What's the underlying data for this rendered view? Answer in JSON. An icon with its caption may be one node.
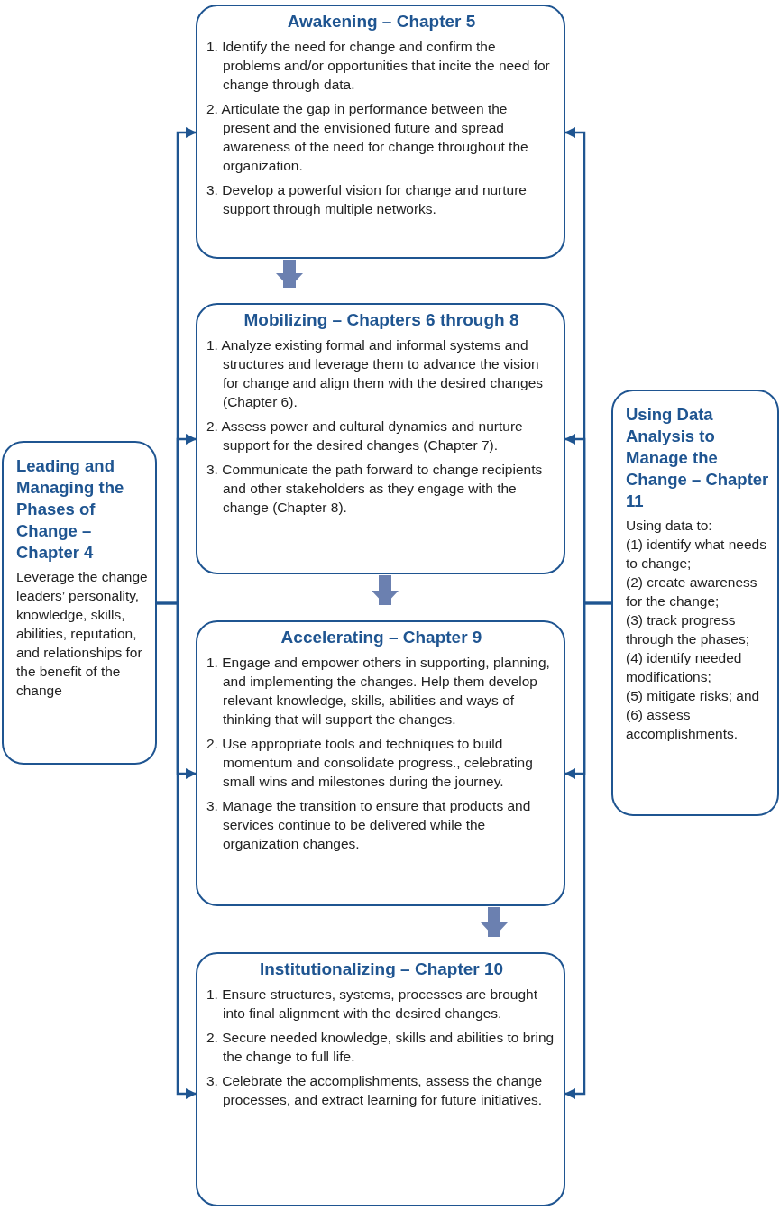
{
  "diagram": {
    "nodes": [
      {
        "text": [
          "Awakening – Chapter 5",
          "1. Identify the need for change and confirm the problems and/or opportunities that incite the need for change through data.",
          "2. Articulate the gap in performance between the present and the envisioned future and spread awareness of the need for change throughout the organization.",
          "3. Develop a powerful vision for change and nurture support through multiple networks."
        ]
      },
      {
        "text": [
          "Mobilizing – Chapters 6 through 8",
          "1. Analyze existing formal and informal systems and structures and leverage them to advance the vision for change and align them with the desired changes (Chapter 6).",
          "2. Assess power and cultural dynamics and nurture support for the desired changes (Chapter 7).",
          "3. Communicate the path forward to change recipients and other stakeholders as they engage with the change (Chapter 8)."
        ]
      },
      {
        "text": [
          "Accelerating – Chapter 9",
          "1. Engage and empower others in supporting, planning, and implementing the changes. Help them develop relevant knowledge, skills, abilities and ways of thinking that will support the changes.",
          "2. Use appropriate tools and techniques to build momentum and consolidate progress., celebrating small wins and milestones during the journey.",
          "3. Manage the transition to ensure that products and services continue to be delivered while the organization changes."
        ]
      },
      {
        "text": [
          "Institutionalizing – Chapter 10",
          "1. Ensure structures, systems, processes are brought into final alignment with the desired changes.",
          "2. Secure needed knowledge, skills and abilities to bring the change to full life.",
          "3. Celebrate the accomplishments, assess the change processes, and extract learning for future initiatives."
        ]
      },
      {
        "text": [
          "Leading and Managing the Phases of Change – Chapter 4",
          "Leverage the change leaders’ personality, knowledge, skills, abilities, reputation, and relationships for the benefit of the change"
        ]
      },
      {
        "text": [
          "Using Data Analysis to Manage the Change – Chapter 11",
          "Using data to:",
          "(1) identify what needs to change;",
          "(2) create awareness for the change;",
          "(3) track progress through the phases;",
          "(4) identify needed modifications;",
          "(5) mitigate risks; and",
          "(6) assess accomplishments."
        ]
      }
    ],
    "edges": [
      {
        "from": 0,
        "to": 1,
        "arrow": "to",
        "style": "thick",
        "color": "#6b80b0"
      },
      {
        "from": 1,
        "to": 2,
        "arrow": "to",
        "style": "thick",
        "color": "#6b80b0"
      },
      {
        "from": 2,
        "to": 3,
        "arrow": "to",
        "style": "thick",
        "color": "#6b80b0"
      },
      {
        "from": 4,
        "to": 0,
        "arrow": "to"
      },
      {
        "from": 4,
        "to": 1,
        "arrow": "to"
      },
      {
        "from": 4,
        "to": 2,
        "arrow": "to"
      },
      {
        "from": 4,
        "to": 3,
        "arrow": "to"
      },
      {
        "from": 5,
        "to": 0,
        "arrow": "to"
      },
      {
        "from": 5,
        "to": 1,
        "arrow": "to"
      },
      {
        "from": 5,
        "to": 2,
        "arrow": "to"
      },
      {
        "from": 5,
        "to": 3,
        "arrow": "to"
      }
    ]
  }
}
